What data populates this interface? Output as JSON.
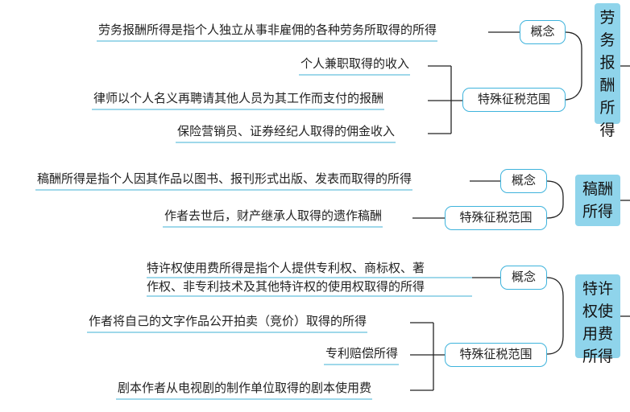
{
  "groups": [
    {
      "category": "劳务报酬所得",
      "concept_label": "概念",
      "concept_text": "劳务报酬所得是指个人独立从事非雇佣的各种劳务所取得的所得",
      "special_label": "特殊征税范围",
      "special_items": [
        "个人兼职取得的收入",
        "律师以个人名义再聘请其他人员为其工作而支付的报酬",
        "保险营销员、证券经纪人取得的佣金收入"
      ]
    },
    {
      "category": "稿酬所得",
      "concept_label": "概念",
      "concept_text": "稿酬所得是指个人因其作品以图书、报刊形式出版、发表而取得的所得",
      "special_label": "特殊征税范围",
      "special_items": [
        "作者去世后，财产继承人取得的遗作稿酬"
      ]
    },
    {
      "category": "特许权使用费所得",
      "concept_label": "概念",
      "concept_lines": [
        "特许权使用费所得是指个人提供专利权、商标权、著",
        "作权、非专利技术及其他特许权的使用权取得的所得"
      ],
      "special_label": "特殊征税范围",
      "special_items": [
        "作者将自己的文字作品公开拍卖（竞价）取得的所得",
        "专利赔偿所得",
        "剧本作者从电视剧的制作单位取得的剧本使用费"
      ]
    }
  ],
  "colors": {
    "accent_border": "#3eb3dc",
    "category_fill": "#8fd4eb",
    "underline": "#9fd8ea",
    "connector": "#222222"
  }
}
